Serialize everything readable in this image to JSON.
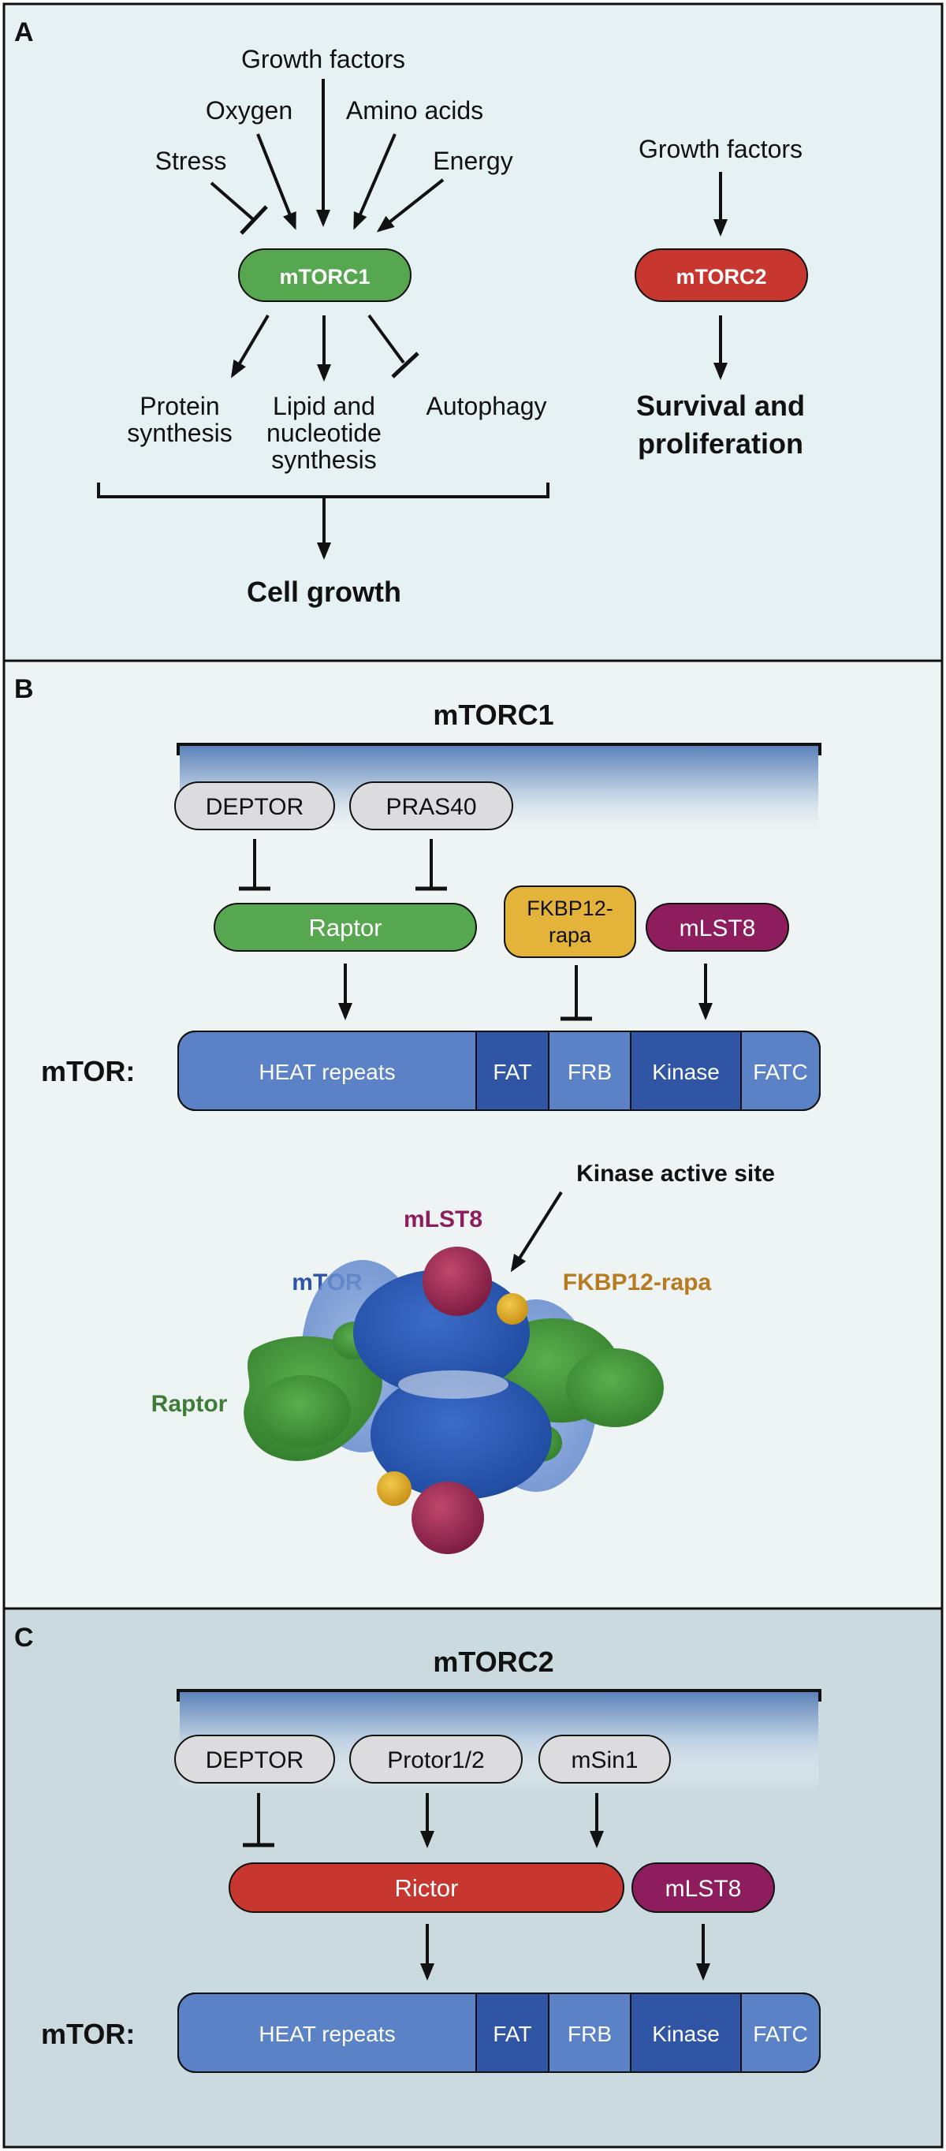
{
  "colors": {
    "panel_a_bg": "#E6F1F4",
    "panel_b_bg": "#EEF4F4",
    "panel_c_bg": "#CBDADF",
    "mtorc1_green": "#56A74F",
    "mtorc2_red": "#C7372F",
    "mlst8_purple": "#8E1D5E",
    "fkbp_yellow": "#E3B33A",
    "mtor_blue": "#5B82C7",
    "mtor_blue_dark": "#2F55A4",
    "grey_pill": "#DCDCDE",
    "protein_label_mtor": "#2F55A4",
    "protein_label_mlst8": "#8E1D5E",
    "protein_label_fkbp": "#B97B22",
    "protein_label_raptor": "#3E7C37"
  },
  "panel_a": {
    "letter": "A",
    "inputs": {
      "growth_factors": "Growth factors",
      "oxygen": "Oxygen",
      "amino_acids": "Amino acids",
      "stress": "Stress",
      "energy": "Energy"
    },
    "mtorc1": "mTORC1",
    "outputs": {
      "protein": [
        "Protein",
        "synthesis"
      ],
      "lipid": [
        "Lipid and",
        "nucleotide",
        "synthesis"
      ],
      "autophagy": "Autophagy"
    },
    "cell_growth": "Cell growth",
    "mtorc2_input": "Growth factors",
    "mtorc2": "mTORC2",
    "mtorc2_output": [
      "Survival and",
      "proliferation"
    ]
  },
  "panel_b": {
    "letter": "B",
    "title": "mTORC1",
    "regulators": {
      "deptor": "DEPTOR",
      "pras40": "PRAS40"
    },
    "raptor": "Raptor",
    "fkbp": [
      "FKBP12-",
      "rapa"
    ],
    "mlst8": "mLST8",
    "mtor_label": "mTOR:",
    "domains": [
      "HEAT repeats",
      "FAT",
      "FRB",
      "Kinase",
      "FATC"
    ],
    "structure_labels": {
      "kinase_active_site": "Kinase active site",
      "mlst8": "mLST8",
      "mtor": "mTOR",
      "fkbp": "FKBP12-rapa",
      "raptor": "Raptor"
    }
  },
  "panel_c": {
    "letter": "C",
    "title": "mTORC2",
    "regulators": {
      "deptor": "DEPTOR",
      "protor": "Protor1/2",
      "msin1": "mSin1"
    },
    "rictor": "Rictor",
    "mlst8": "mLST8",
    "mtor_label": "mTOR:",
    "domains": [
      "HEAT repeats",
      "FAT",
      "FRB",
      "Kinase",
      "FATC"
    ]
  }
}
